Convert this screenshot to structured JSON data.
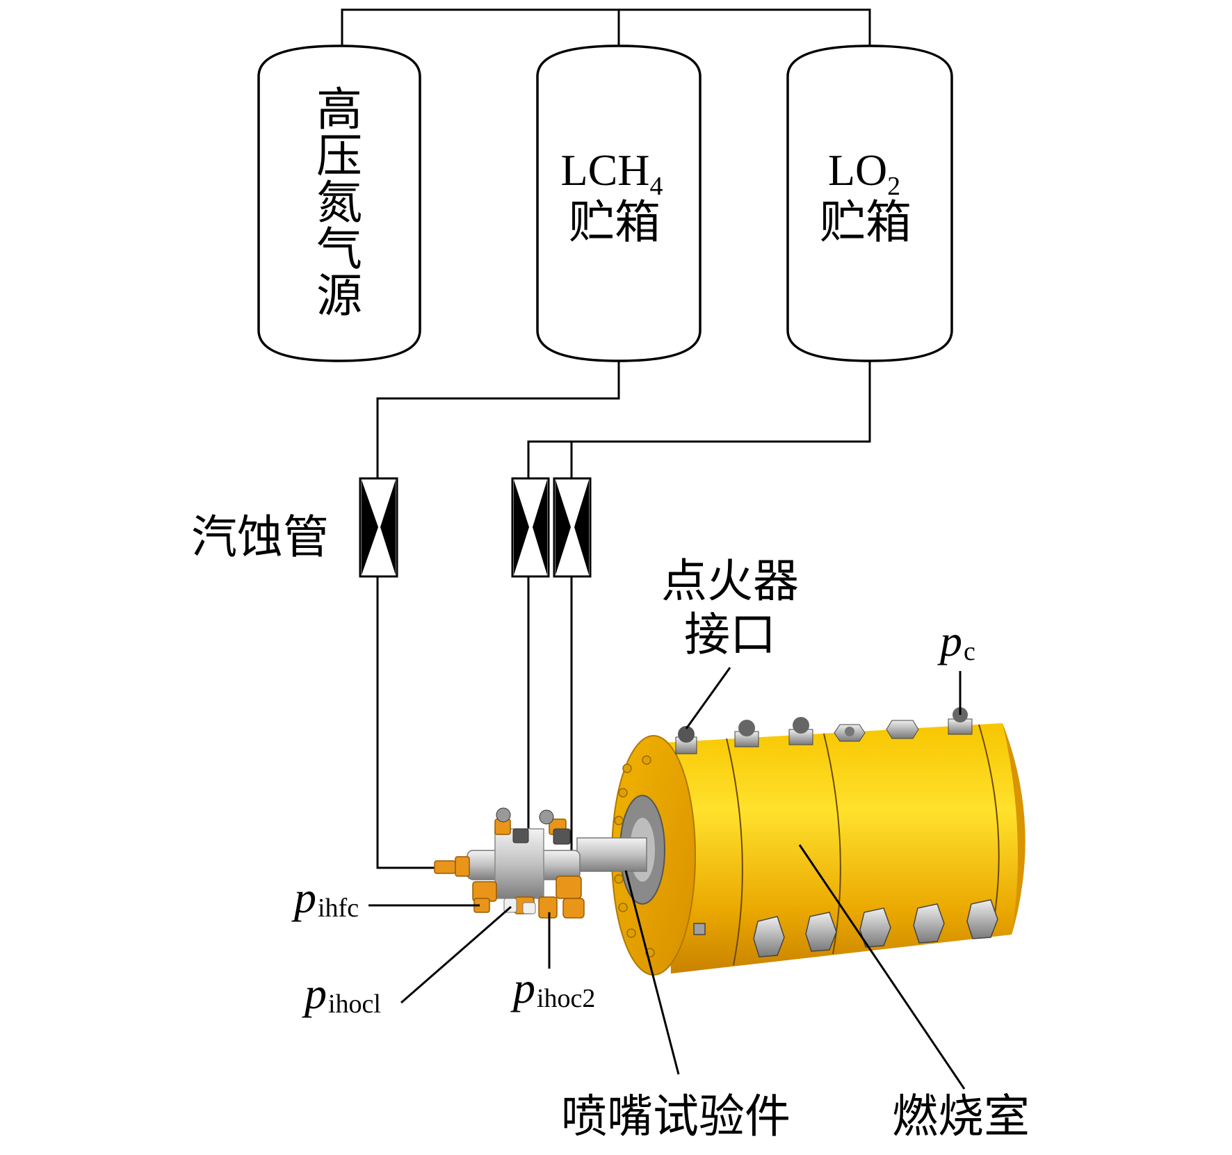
{
  "tanks": {
    "nitrogen": {
      "chars": [
        "高",
        "压",
        "氮",
        "气",
        "源"
      ]
    },
    "lch4": {
      "name_main": "LCH",
      "name_sub": "4",
      "caption": "贮箱"
    },
    "lo2": {
      "name_main": "LO",
      "name_sub": "2",
      "caption": "贮箱"
    }
  },
  "labels": {
    "cavitating_venturi": "汽蚀管",
    "igniter_port_line1": "点火器",
    "igniter_port_line2": "接口",
    "injector_test_piece": "喷嘴试验件",
    "combustion_chamber": "燃烧室"
  },
  "pressure_points": {
    "pc": {
      "symbol": "p",
      "sub": "c"
    },
    "pihfc": {
      "symbol": "p",
      "sub": "ihfc"
    },
    "pihoc1": {
      "symbol": "p",
      "sub": "ihocl"
    },
    "pihoc2": {
      "symbol": "p",
      "sub": "ihoc2"
    }
  },
  "colors": {
    "chamber_gold": "#f2b400",
    "chamber_highlight": "#ffe23a",
    "chamber_shadow": "#c98200",
    "manifold_silver": "#c8c8c8",
    "fitting_orange": "#e8951a",
    "line": "#000000"
  }
}
